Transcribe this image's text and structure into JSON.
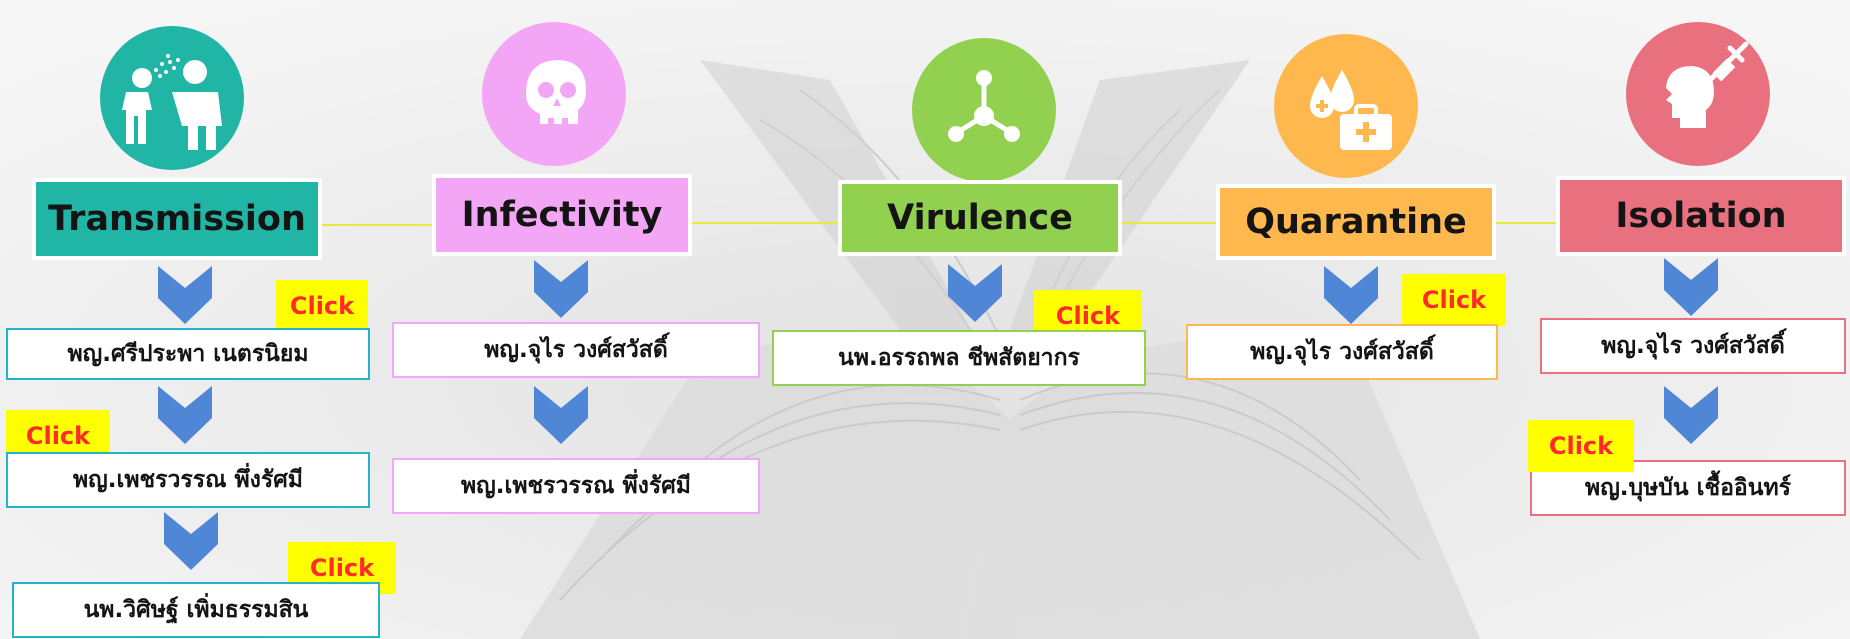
{
  "colors": {
    "teal": "#21b5a6",
    "pink": "#f3a6f5",
    "green": "#92d050",
    "orange": "#ffb84d",
    "red": "#e8707f",
    "chevron": "#4f86d6",
    "click_bg": "#ffff00",
    "click_text": "#ff2a2a",
    "connector": "#e8ea3a"
  },
  "columns": [
    {
      "title": "Transmission",
      "icon": "people-sneeze-icon",
      "names": [
        "พญ.ศรีประพา เนตรนิยม",
        "พญ.เพชรวรรณ พึ่งรัศมี",
        "นพ.วิศิษฐ์ เพิ่มธรรมสิน"
      ]
    },
    {
      "title": "Infectivity",
      "icon": "skull-icon",
      "names": [
        "พญ.จุไร วงศ์สวัสดิ์",
        "พญ.เพชรวรรณ พึ่งรัศมี"
      ]
    },
    {
      "title": "Virulence",
      "icon": "molecule-icon",
      "names": [
        "นพ.อรรถพล ชีพสัตยากร"
      ]
    },
    {
      "title": "Quarantine",
      "icon": "drops-medkit-icon",
      "names": [
        "พญ.จุไร วงศ์สวัสดิ์"
      ]
    },
    {
      "title": "Isolation",
      "icon": "head-syringe-icon",
      "names": [
        "พญ.จุไร วงศ์สวัสดิ์",
        "พญ.บุษบัน เชื้ออินทร์"
      ]
    }
  ],
  "click_label": "Click"
}
